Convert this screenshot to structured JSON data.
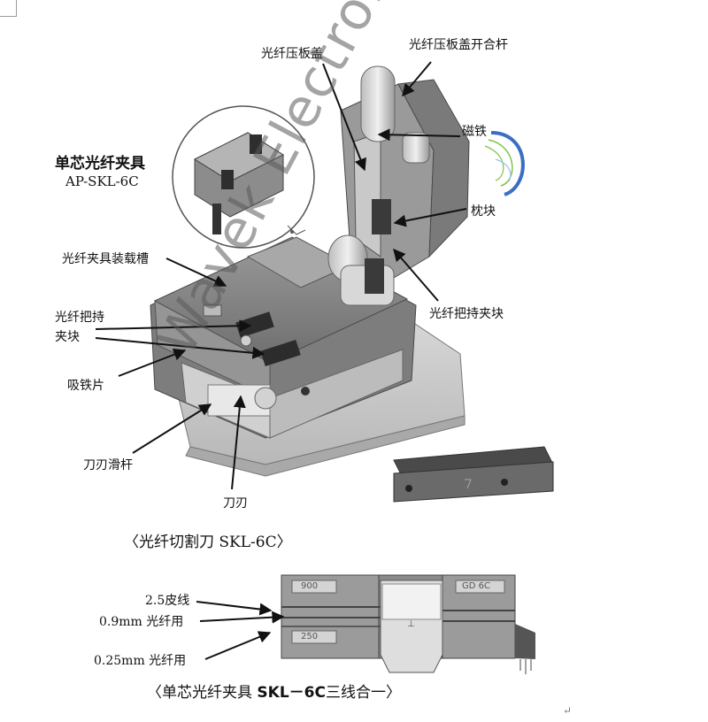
{
  "labels": {
    "cover": "光纤压板盖",
    "cover_lever": "光纤压板盖开合杆",
    "magnet": "磁铁",
    "pillow": "枕块",
    "holder_block_right": "光纤把持夹块",
    "fixture_title": "单芯光纤夹具",
    "fixture_model": "AP-SKL-6C",
    "slot": "光纤夹具装载槽",
    "holder_block_left_1": "光纤把持",
    "holder_block_left_2": "夹块",
    "iron_plate": "吸铁片",
    "blade_rod": "刀刃滑杆",
    "blade": "刀刃"
  },
  "captions": {
    "cleaver": "〈光纤切割刀 SKL-6C〉",
    "fixture_prefix": "〈单芯光纤夹具 ",
    "fixture_model": "SKL－6C",
    "fixture_suffix": "三线合一〉"
  },
  "fixture_labels": {
    "jacket": "2.5皮线",
    "fiber_09": "0.9mm 光纤用",
    "fiber_025": "0.25mm 光纤用",
    "marking_900": "900",
    "marking_250": "250",
    "marking_model": "GD 6C"
  },
  "watermark": "Wavek Electronic",
  "colors": {
    "metal_dark": "#5a5a5a",
    "metal_mid": "#8a8a8a",
    "metal_light": "#c4c4c4",
    "metal_base": "#d6d6d6",
    "magnet_blue": "#3b6fc4",
    "magnet_green": "#7fc24a"
  }
}
